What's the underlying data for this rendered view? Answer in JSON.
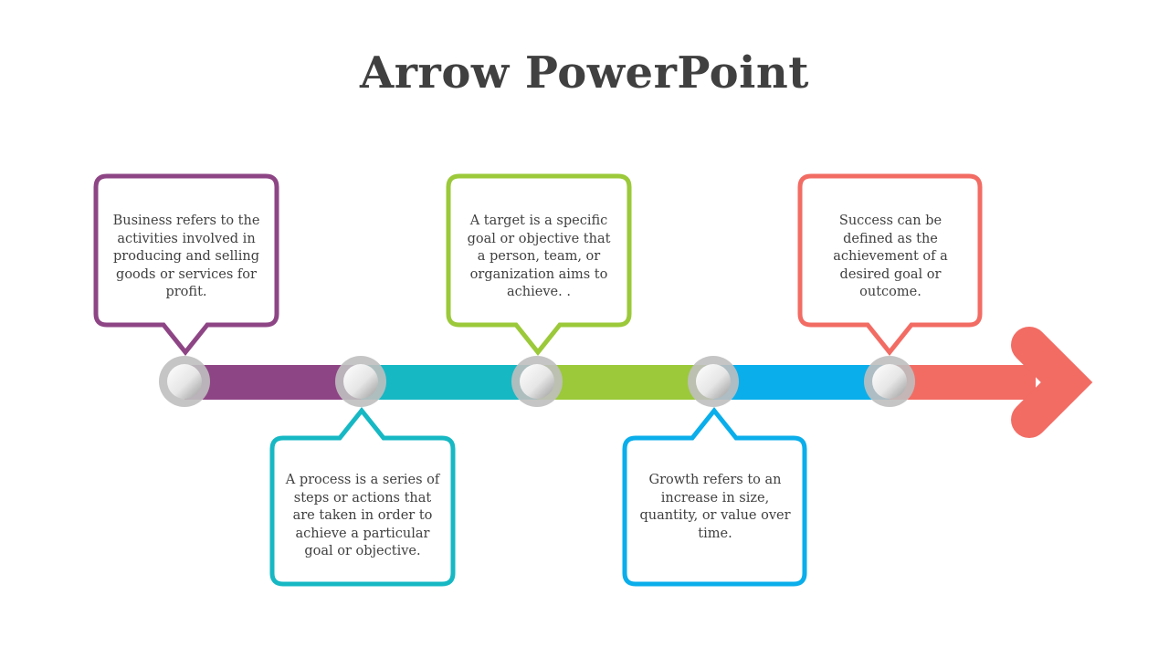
{
  "title": "Arrow PowerPoint",
  "colors": {
    "purple": "#8E4585",
    "teal": "#16B8C4",
    "green": "#9BC93A",
    "blue": "#0AAEEB",
    "coral": "#F26C64",
    "node_ring": "#BFBFBF",
    "text": "#404040"
  },
  "steps": [
    {
      "text": "Business refers to the activities involved in producing and selling goods or services for profit.",
      "color": "#8E4585",
      "position": "above"
    },
    {
      "text": "A process is a series of steps or actions that are taken in order to achieve a particular goal or objective.",
      "color": "#16B8C4",
      "position": "below"
    },
    {
      "text": "A target is a specific goal or objective that a person, team, or organization aims to achieve. .",
      "color": "#9BC93A",
      "position": "above"
    },
    {
      "text": "Growth refers to an increase in size, quantity, or value over time.",
      "color": "#0AAEEB",
      "position": "below"
    },
    {
      "text": "Success can be defined as the achievement of a desired goal or outcome.",
      "color": "#F26C64",
      "position": "above"
    }
  ]
}
